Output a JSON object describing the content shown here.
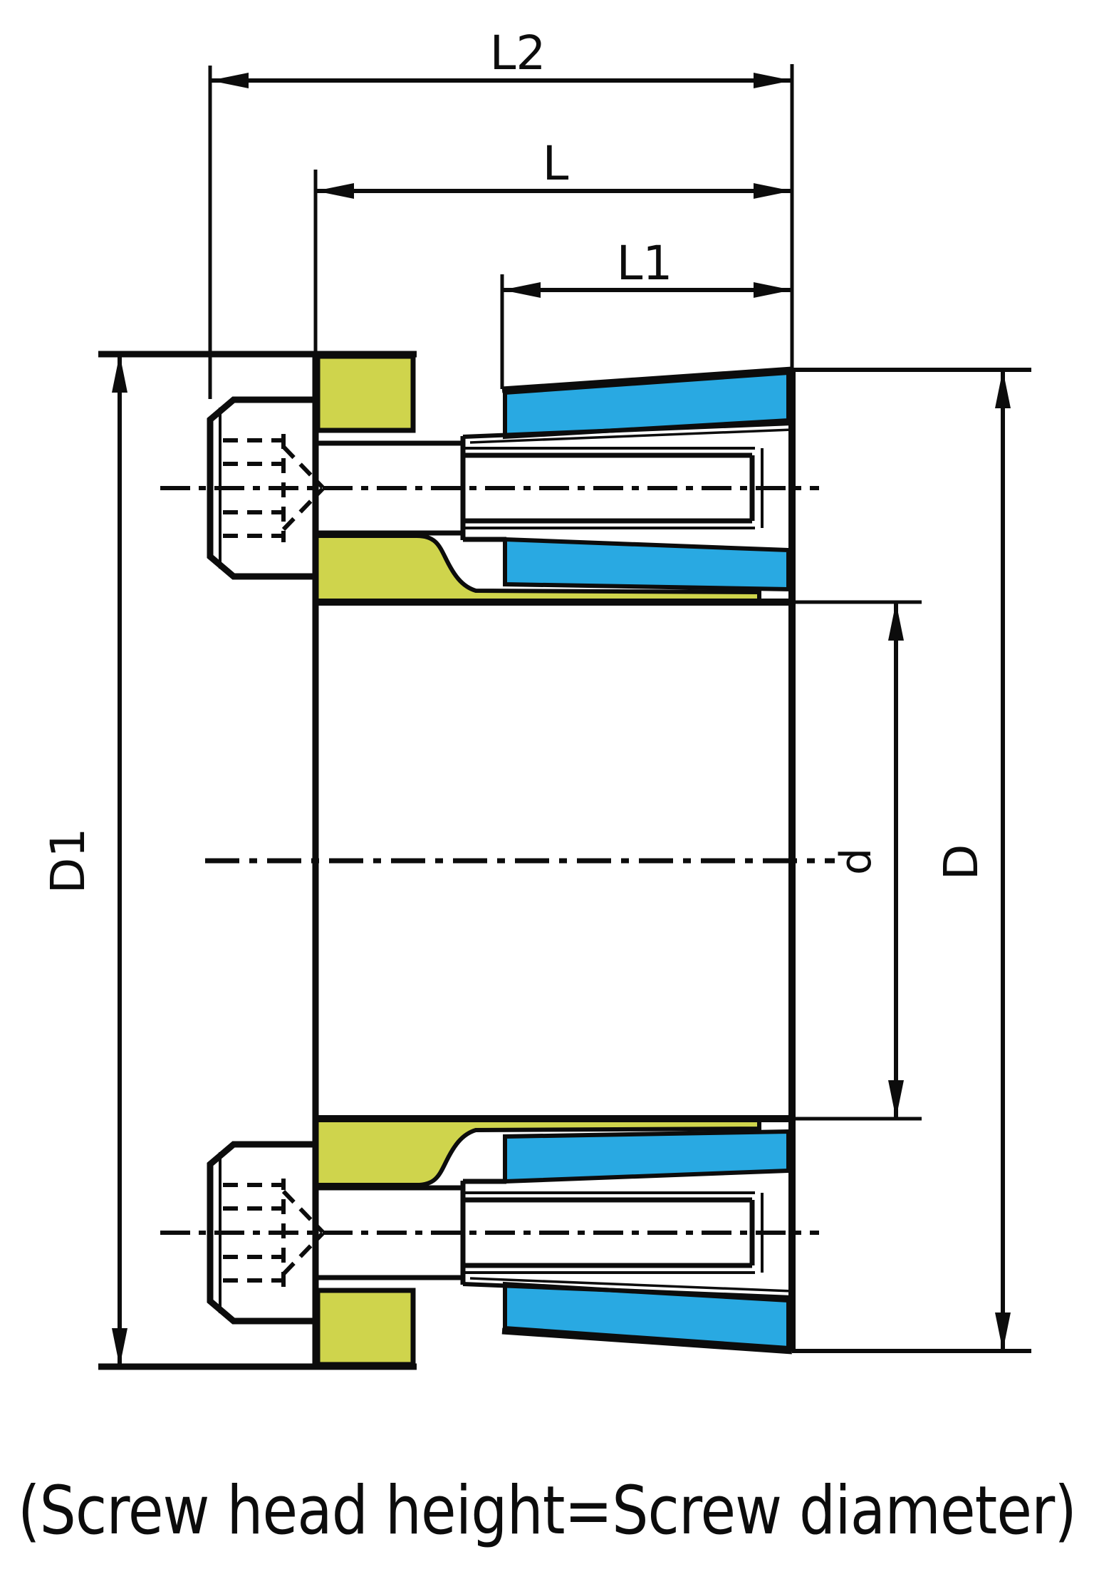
{
  "drawing": {
    "type": "locking-assembly-cross-section",
    "caption": "(Screw head height=Screw diameter)",
    "dims": {
      "l2": "L2",
      "l": "L",
      "l1": "L1",
      "d1": "D1",
      "d_big": "D",
      "d_small": "d"
    },
    "colors": {
      "sleeve_blue": "#29a9e2",
      "collar_yellow": "#cfd44c",
      "line_black": "#0c0c0c",
      "paper_white": "#ffffff"
    }
  }
}
